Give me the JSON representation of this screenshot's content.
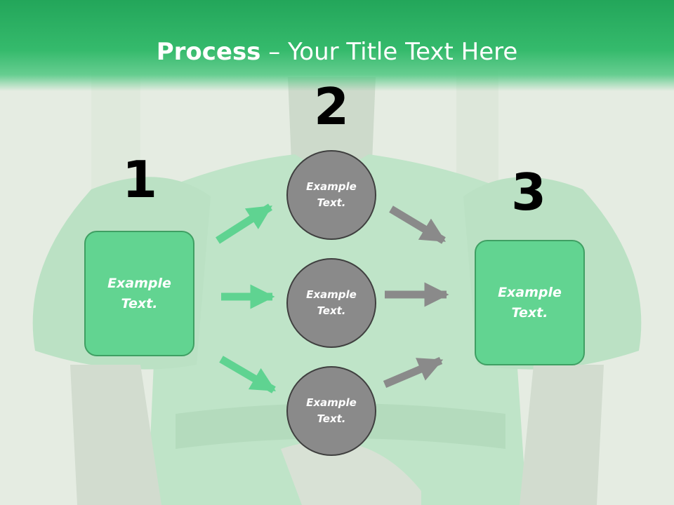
{
  "header": {
    "title_bold": "Process",
    "title_rest": " – Your Title Text Here"
  },
  "steps": {
    "one": "1",
    "two": "2",
    "three": "3"
  },
  "boxes": {
    "left": "Example\nText.",
    "right": "Example\nText."
  },
  "circles": {
    "top": "Example\nText.",
    "middle": "Example\nText.",
    "bottom": "Example\nText."
  },
  "colors": {
    "header_green": "#2fb264",
    "box_fill": "#62d491",
    "box_border": "#3f9f63",
    "circle_fill": "#8a8a8a",
    "circle_border": "#3f3f3f",
    "arrow_green": "#5fd391",
    "arrow_gray": "#8a8a8a"
  }
}
